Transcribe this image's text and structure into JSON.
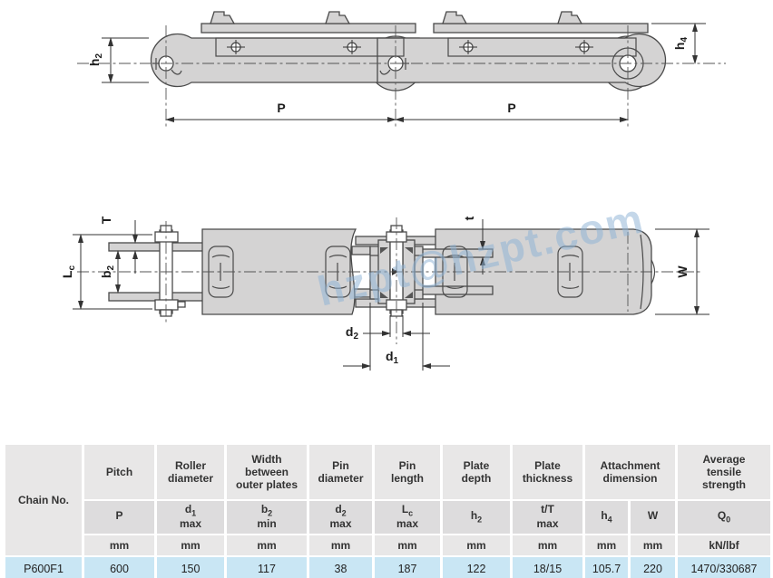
{
  "watermark": "hzpt@hzpt.com",
  "colors": {
    "drawing_fill": "#d4d3d3",
    "table_header_bg": "#e8e7e7",
    "table_subheader_bg": "#dddcdd",
    "table_data_row_bg": "#c9e6f4",
    "watermark_color": "#8fb4d6"
  },
  "drawing": {
    "dims": {
      "h2": {
        "b": "h",
        "s": "2"
      },
      "h4": {
        "b": "h",
        "s": "4"
      },
      "p1": "P",
      "p2": "P",
      "T": "T",
      "t": "t",
      "Lc": {
        "b": "L",
        "s": "c"
      },
      "b2": {
        "b": "b",
        "s": "2"
      },
      "W": "W",
      "d2": {
        "b": "d",
        "s": "2"
      },
      "d1": {
        "b": "d",
        "s": "1"
      }
    }
  },
  "table": {
    "chain_no_label": "Chain No.",
    "headers": [
      "Pitch",
      "Roller\ndiameter",
      "Width\nbetween\nouter plates",
      "Pin\ndiameter",
      "Pin\nlength",
      "Plate\ndepth",
      "Plate\nthickness",
      "Attachment\ndimension",
      "Average\ntensile\nstrength"
    ],
    "symbols": [
      {
        "b": "P",
        "s": "",
        "q": ""
      },
      {
        "b": "d",
        "s": "1",
        "q": "max"
      },
      {
        "b": "b",
        "s": "2",
        "q": "min"
      },
      {
        "b": "d",
        "s": "2",
        "q": "max"
      },
      {
        "b": "L",
        "s": "c",
        "q": "max"
      },
      {
        "b": "h",
        "s": "2",
        "q": ""
      },
      {
        "b": "t/T",
        "s": "",
        "q": "max"
      },
      {
        "b": "h",
        "s": "4",
        "q": ""
      },
      {
        "b": "W",
        "s": "",
        "q": ""
      },
      {
        "b": "Q",
        "s": "0",
        "q": ""
      }
    ],
    "units": [
      "mm",
      "mm",
      "mm",
      "mm",
      "mm",
      "mm",
      "mm",
      "mm",
      "mm",
      "kN/lbf"
    ],
    "row": {
      "chain_no": "P600F1",
      "values": [
        "600",
        "150",
        "117",
        "38",
        "187",
        "122",
        "18/15",
        "105.7",
        "220",
        "1470/330687"
      ]
    }
  }
}
